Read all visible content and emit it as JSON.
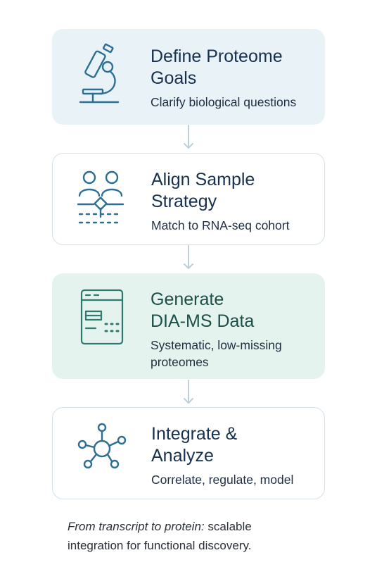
{
  "steps": [
    {
      "title_line1": "Define Proteome",
      "title_line2": "Goals",
      "subtitle": "Clarify biological questions",
      "icon": "microscope-icon"
    },
    {
      "title_line1": "Align Sample",
      "title_line2": "Strategy",
      "subtitle": "Match to RNA-seq cohort",
      "icon": "people-align-icon"
    },
    {
      "title_line1": "Generate",
      "title_line2": "DIA-MS Data",
      "subtitle_line1": "Systematic, low-missing",
      "subtitle_line2": "proteomes",
      "icon": "mass-spectrometer-icon"
    },
    {
      "title_line1": "Integrate &",
      "title_line2": "Analyze",
      "subtitle": "Correlate, regulate, model",
      "icon": "network-icon"
    }
  ],
  "footer": {
    "italic": "From transcript to protein:",
    "rest": " scalable",
    "line2": "integration for functional discovery."
  },
  "colors": {
    "accent": "#2c6f93",
    "green_accent": "#2e7a70",
    "arrow": "#bcd0dc"
  }
}
